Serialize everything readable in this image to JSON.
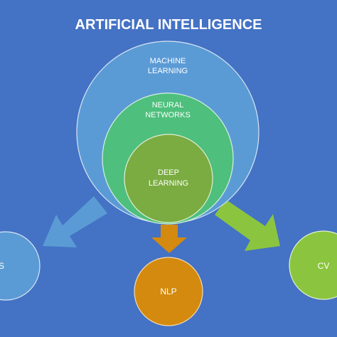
{
  "title": "ARTIFICIAL INTELLIGENCE",
  "nested": {
    "outer": {
      "line1": "MACHINE",
      "line2": "LEARNING",
      "color": "#5b9bd5"
    },
    "middle": {
      "line1": "NEURAL",
      "line2": "NETWORKS",
      "color": "#4ebf7c"
    },
    "inner": {
      "line1": "DEEP",
      "line2": "LEARNING",
      "color": "#7aac41"
    }
  },
  "branches": {
    "left": {
      "label": "ES",
      "color": "#5b9bd5"
    },
    "center": {
      "label": "NLP",
      "color": "#d48a0e"
    },
    "right": {
      "label": "CV",
      "color": "#8bc53f"
    }
  },
  "colors": {
    "background": "#4472c4",
    "text": "#ffffff"
  }
}
